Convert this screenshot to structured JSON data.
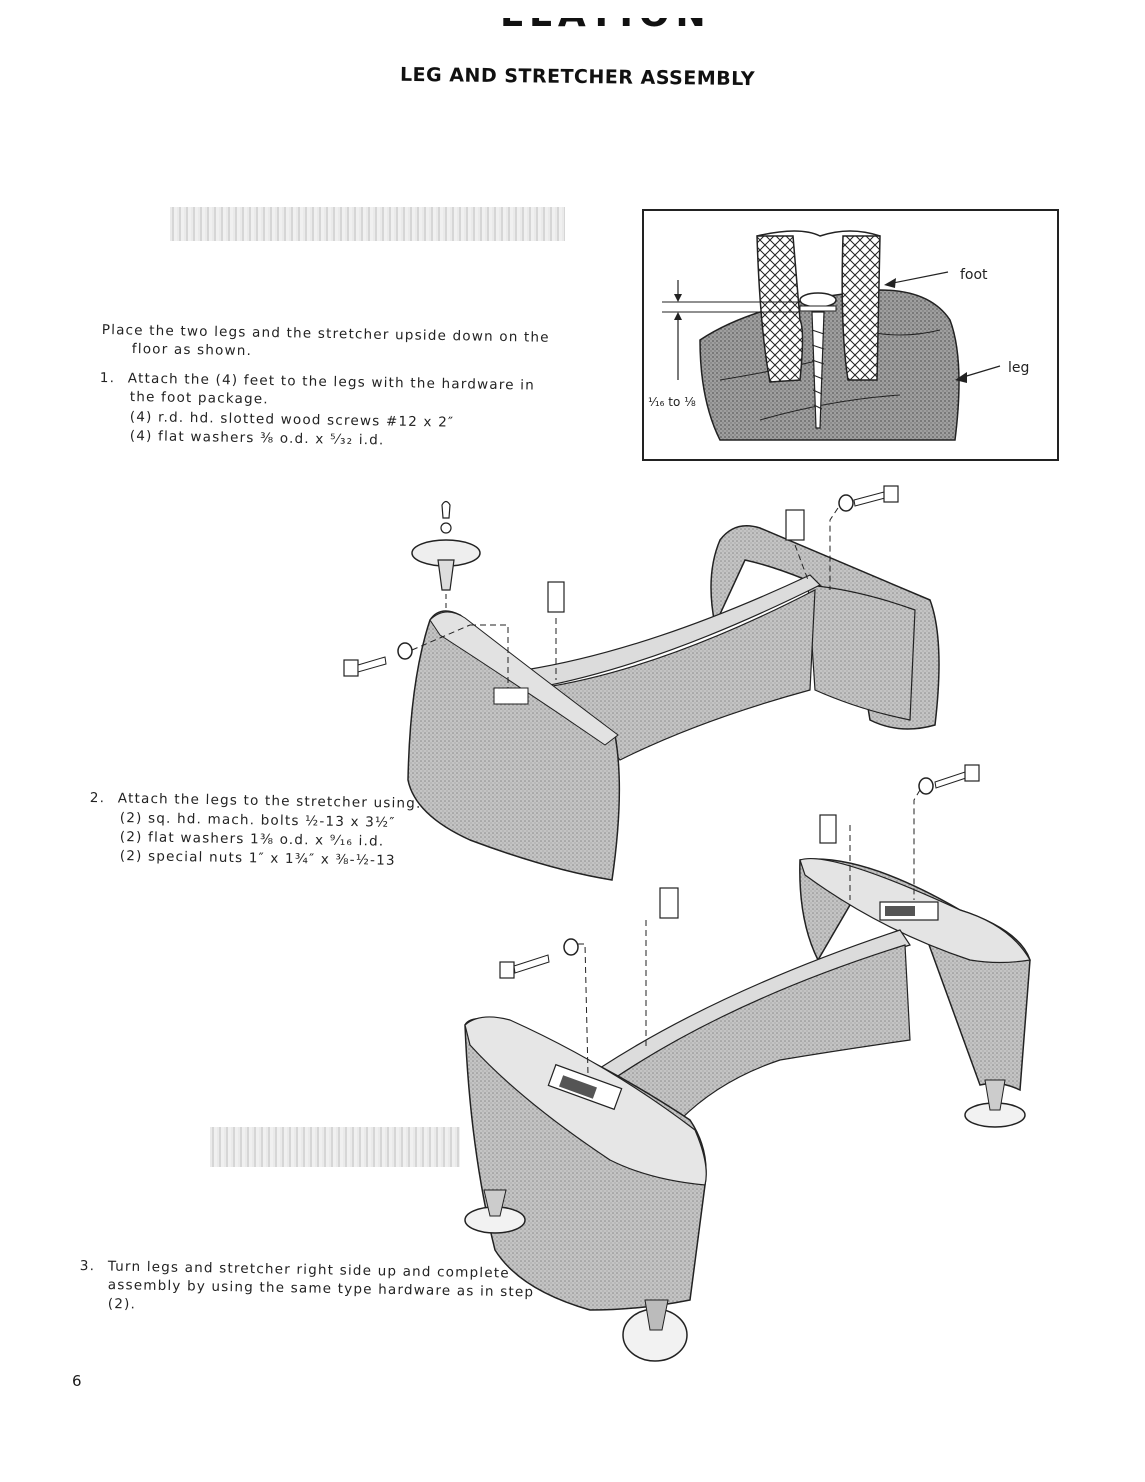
{
  "header": {
    "cut_text": "LLATION",
    "title": "LEG AND STRETCHER ASSEMBLY"
  },
  "intro": {
    "line1": "Place the two legs and the stretcher upside down on the",
    "line2": "floor as shown."
  },
  "step1": {
    "number": "1.",
    "line1": "Attach the (4) feet to the legs with the hardware in",
    "line2": "the foot package.",
    "items": [
      "(4) r.d. hd. slotted wood screws #12 x 2″",
      "(4) flat washers ⅜ o.d. x ⁵⁄₃₂ i.d."
    ]
  },
  "step2": {
    "number": "2.",
    "line1": "Attach the legs to the stretcher using:",
    "items": [
      "(2) sq. hd. mach. bolts ½-13 x 3½″",
      "(2) flat washers 1⅜ o.d. x ⁹⁄₁₆ i.d.",
      "(2) special nuts 1″ x 1¾″ x ⅜-½-13"
    ]
  },
  "step3": {
    "number": "3.",
    "line1": "Turn legs and stretcher right side up and complete",
    "line2": "assembly by using the same type hardware as in step",
    "line3": "(2)."
  },
  "inset": {
    "label_foot": "foot",
    "label_leg": "leg",
    "label_gap": "¹⁄₁₆ to ⅛"
  },
  "page_number": "6"
}
